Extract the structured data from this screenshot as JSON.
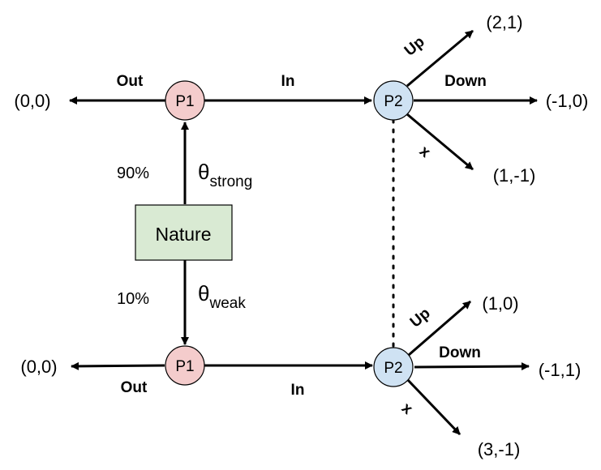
{
  "nature": {
    "label": "Nature"
  },
  "colors": {
    "p1_fill": "#f4cccc",
    "p2_fill": "#cfe2f3",
    "nature_fill": "#d9ead3",
    "stroke": "#000000"
  },
  "top": {
    "p1_label": "P1",
    "p2_label": "P2",
    "out_label": "Out",
    "in_label": "In",
    "out_payoff": "(0,0)",
    "up_label": "Up",
    "down_label": "Down",
    "x_label": "x",
    "up_payoff": "(2,1)",
    "down_payoff": "(-1,0)",
    "x_payoff": "(1,-1)"
  },
  "bottom": {
    "p1_label": "P1",
    "p2_label": "P2",
    "out_label": "Out",
    "in_label": "In",
    "out_payoff": "(0,0)",
    "up_label": "Up",
    "down_label": "Down",
    "x_label": "x",
    "up_payoff": "(1,0)",
    "down_payoff": "(-1,1)",
    "x_payoff": "(3,-1)"
  },
  "prob_strong": "90%",
  "prob_weak": "10%",
  "theta_symbol": "θ",
  "theta_strong_sub": "strong",
  "theta_weak_sub": "weak"
}
